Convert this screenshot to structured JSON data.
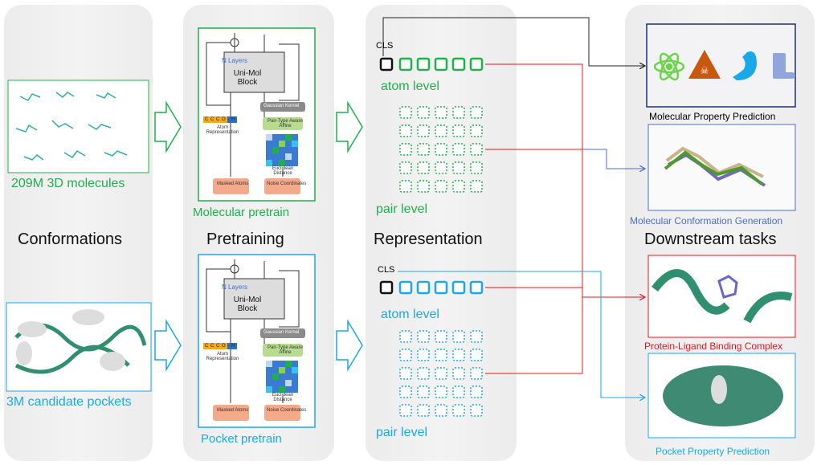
{
  "columns": {
    "conformations": "Conformations",
    "pretraining": "Pretraining",
    "representation": "Representation",
    "downstream": "Downstream tasks"
  },
  "inputs": {
    "molecules": "209M 3D molecules",
    "pockets": "3M candidate pockets"
  },
  "pretrain": {
    "molecular_label": "Molecular pretrain",
    "pocket_label": "Pocket pretrain",
    "n_layers": "N Layers",
    "block": "Uni-Mol Block",
    "gaussian": "Gaussian Kernel",
    "pair_type": "Pair-Type Aware Affine",
    "atom_repr": "Atom Representation",
    "euclid": "Euclidean Distance",
    "masked": "Masked Atoms",
    "noise": "Noise Coordinates",
    "tokens": "C C C O - H"
  },
  "representation": {
    "cls": "CLS",
    "atom_level": "atom level",
    "pair_level": "pair level"
  },
  "tasks": [
    "Molecular Property Prediction",
    "Molecular Conformation Generation",
    "Protein-Ligand Binding Complex",
    "Pocket Property Prediction"
  ],
  "colors": {
    "molecule": "#1fb04a",
    "pocket": "#1aa9e8",
    "red": "#e8141c",
    "navy": "#1f2f6b",
    "blue": "#4a6fc9"
  }
}
